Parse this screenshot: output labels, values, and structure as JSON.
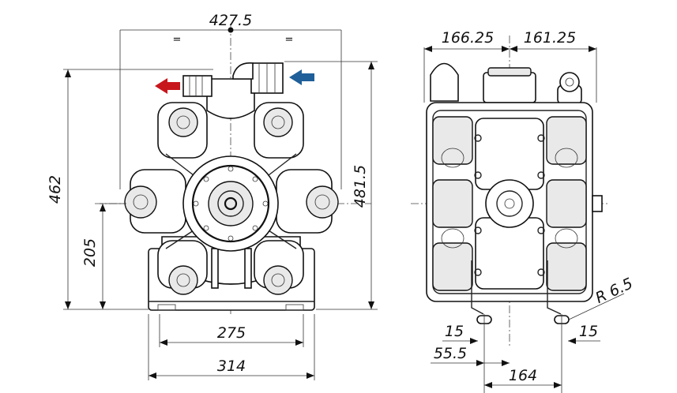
{
  "dimensions": {
    "overall_width": "427.5",
    "equal_left": "=",
    "equal_right": "=",
    "height_total": "462",
    "height_axis": "205",
    "height_side": "481.5",
    "base_inner": "275",
    "base_outer": "314",
    "side_left": "166.25",
    "side_right": "161.25",
    "hole_offset_left": "15",
    "hole_offset_right": "15",
    "hole_from_center": "55.5",
    "hole_spacing": "164",
    "hole_radius": "R 6.5"
  },
  "colors": {
    "outlet_arrow": "#c8161d",
    "inlet_arrow": "#1f5f99"
  }
}
